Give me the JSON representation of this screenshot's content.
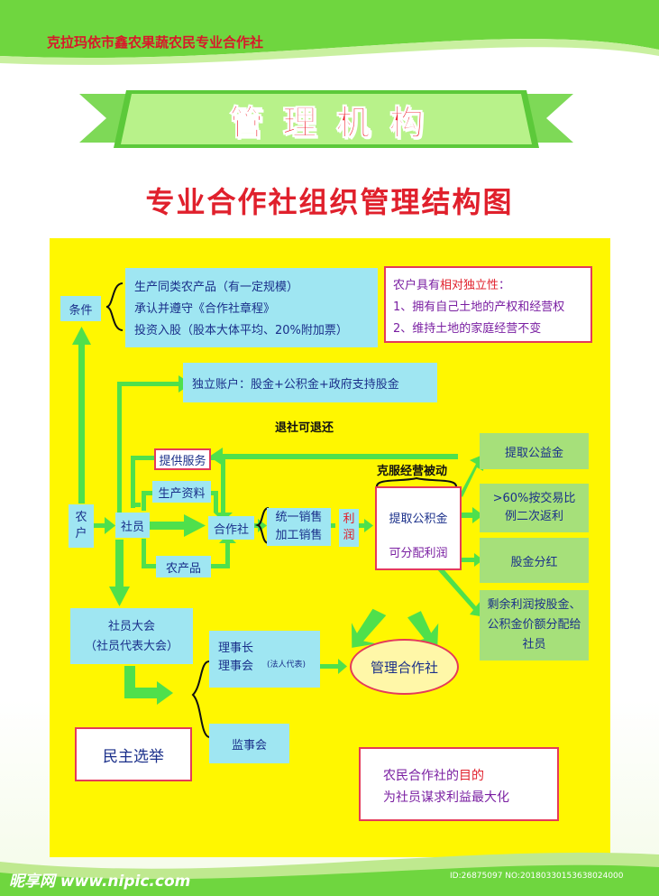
{
  "header": {
    "org_name": "克拉玛依市鑫农果蔬农民专业合作社",
    "banner_title": "管 理 机 构",
    "main_title": "专业合作社组织管理结构图"
  },
  "conditions": {
    "label": "条件",
    "items": [
      "生产同类农产品（有一定规模）",
      "承认并遵守《合作社章程》",
      "投资入股（股本大体平均、20%附加票）"
    ]
  },
  "independence": {
    "title_pre": "农户具有",
    "title_emph": "相对独立性",
    "title_post": "：",
    "items": [
      "1、拥有自己土地的产权和经营权",
      "2、维持土地的家庭经营不变"
    ]
  },
  "account": {
    "label": "独立账户：股金+公积金+政府支持股金",
    "withdraw_label": "退社可退还"
  },
  "nodes": {
    "farmer": "农户",
    "member": "社员",
    "coop": "合作社",
    "services": "提供服务",
    "materials": "生产资料",
    "produce": "农产品",
    "sales_1": "统一销售",
    "sales_2": "加工销售",
    "profit": "利润",
    "overcome_label": "克服经营被动",
    "reserve": "提取公积金",
    "distributable": "可分配利润"
  },
  "outputs": [
    "提取公益金",
    ">60%按交易比例二次返利",
    "股金分红",
    "剩余利润按股金、公积金价额分配给社员"
  ],
  "governance": {
    "assembly_1": "社员大会",
    "assembly_2": "（社员代表大会）",
    "chairman": "理事长",
    "council": "理事会",
    "legal_rep": "(法人代表)",
    "supervisory": "监事会",
    "election": "民主选举",
    "manage": "管理合作社"
  },
  "purpose": {
    "line1_pre": "农民合作社的",
    "line1_emph": "目的",
    "line2": "为社员谋求利益最大化"
  },
  "watermark": {
    "brand": "昵享网 www.nipic.com",
    "id_text": "ID:26875097 NO:20180330153638024000"
  },
  "colors": {
    "panel": "#fff700",
    "arrow": "#4fe04c",
    "title_red": "#e0202c",
    "text_blue": "#1a2f8a"
  }
}
